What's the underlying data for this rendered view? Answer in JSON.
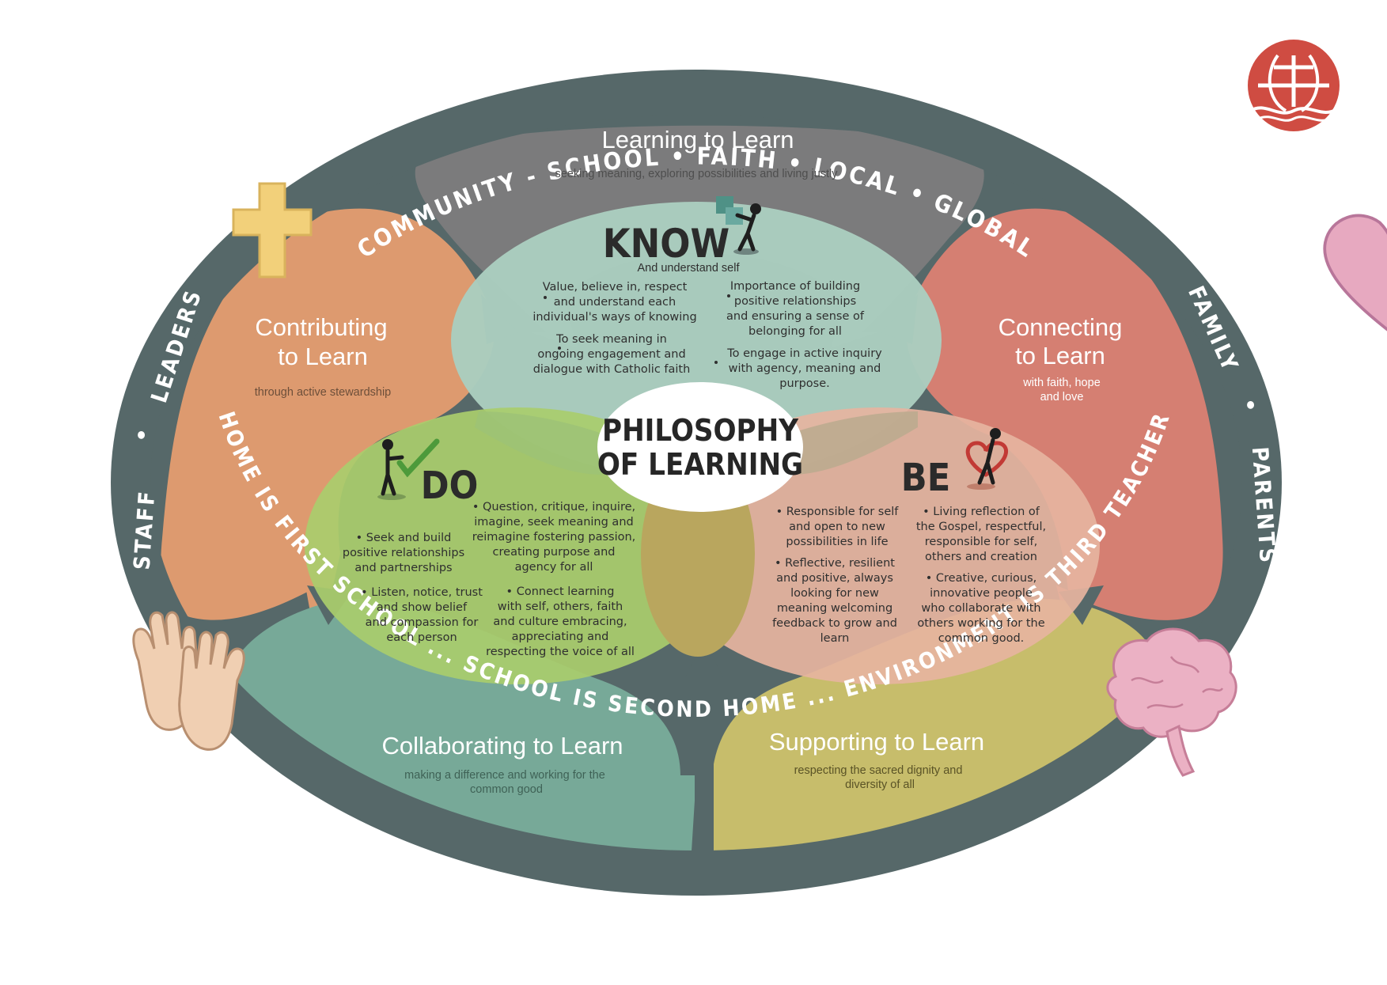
{
  "colors": {
    "ring": "#566869",
    "learning_to_learn": "#7b7b7c",
    "contributing": "#dd9a6f",
    "connecting": "#d57f72",
    "collaborating": "#77a998",
    "supporting": "#c7bd6b",
    "know": "#aacdbf",
    "do": "#a9cd6d",
    "be": "#e6b49f",
    "logo": "#cf4c42"
  },
  "ring_labels": {
    "top": "COMMUNITY  -  SCHOOL  •  FAITH  •  LOCAL  •  GLOBAL",
    "left_staff": "STAFF",
    "left_dot": "•",
    "left_leaders": "LEADERS",
    "right_family": "FAMILY",
    "right_dot": "•",
    "right_parents": "PARENTS",
    "bottom": "HOME IS FIRST SCHOOL ... SCHOOL IS SECOND HOME ... ENVIRONMENT IS THIRD TEACHER"
  },
  "petals": {
    "learning": {
      "title": "Learning to Learn",
      "sub": "seeking meaning, exploring possibilities and living justly"
    },
    "contributing": {
      "title_1": "Contributing",
      "title_2": "to Learn",
      "sub": "through active stewardship"
    },
    "connecting": {
      "title_1": "Connecting",
      "title_2": "to Learn",
      "sub_1": "with faith, hope",
      "sub_2": "and love"
    },
    "collaborating": {
      "title": "Collaborating to Learn",
      "sub_1": "making a difference and working for the",
      "sub_2": "common good"
    },
    "supporting": {
      "title": "Supporting to Learn",
      "sub_1": "respecting the sacred dignity and",
      "sub_2": "diversity of all"
    }
  },
  "know": {
    "title": "KNOW",
    "sub": "And understand self",
    "left_1": [
      "Value, believe in, respect",
      "and understand each",
      "individual's ways of knowing"
    ],
    "left_2": [
      "To seek meaning in",
      "ongoing engagement and",
      "dialogue with Catholic faith"
    ],
    "right_1": [
      "Importance of building",
      "positive relationships",
      "and ensuring a sense of",
      "belonging for all"
    ],
    "right_2": [
      "To engage in active inquiry",
      "with agency, meaning and",
      "purpose."
    ]
  },
  "do": {
    "title": "DO",
    "left_1": [
      "• Seek and build",
      "positive relationships",
      "and partnerships"
    ],
    "left_2": [
      "• Listen, notice, trust",
      "and show belief",
      "and compassion for",
      "each person"
    ],
    "right_1": [
      "• Question, critique, inquire,",
      "imagine, seek meaning and",
      "reimagine fostering passion,",
      "creating purpose and",
      "agency for all"
    ],
    "right_2": [
      "• Connect learning",
      "with self, others, faith",
      "and culture embracing,",
      "appreciating and",
      "respecting the voice of all"
    ]
  },
  "be": {
    "title": "BE",
    "left_1": [
      "• Responsible for self",
      "and open to new",
      "possibilities in life"
    ],
    "left_2": [
      "• Reflective, resilient",
      "and positive, always",
      "looking for new",
      "meaning welcoming",
      "feedback to grow and",
      "learn"
    ],
    "right_1": [
      "• Living reflection of",
      "the Gospel, respectful,",
      "responsible for self,",
      "others and creation"
    ],
    "right_2": [
      "• Creative, curious,",
      "innovative people",
      "who collaborate with",
      "others working for the",
      "common good."
    ]
  },
  "center": {
    "line_1": "PHILOSOPHY",
    "line_2": "OF LEARNING"
  },
  "icons": [
    "cross-icon",
    "heart-icon",
    "hands-icon",
    "brain-icon",
    "puzzle-figure-icon",
    "checkmark-figure-icon",
    "heart-figure-icon",
    "school-logo-icon"
  ]
}
